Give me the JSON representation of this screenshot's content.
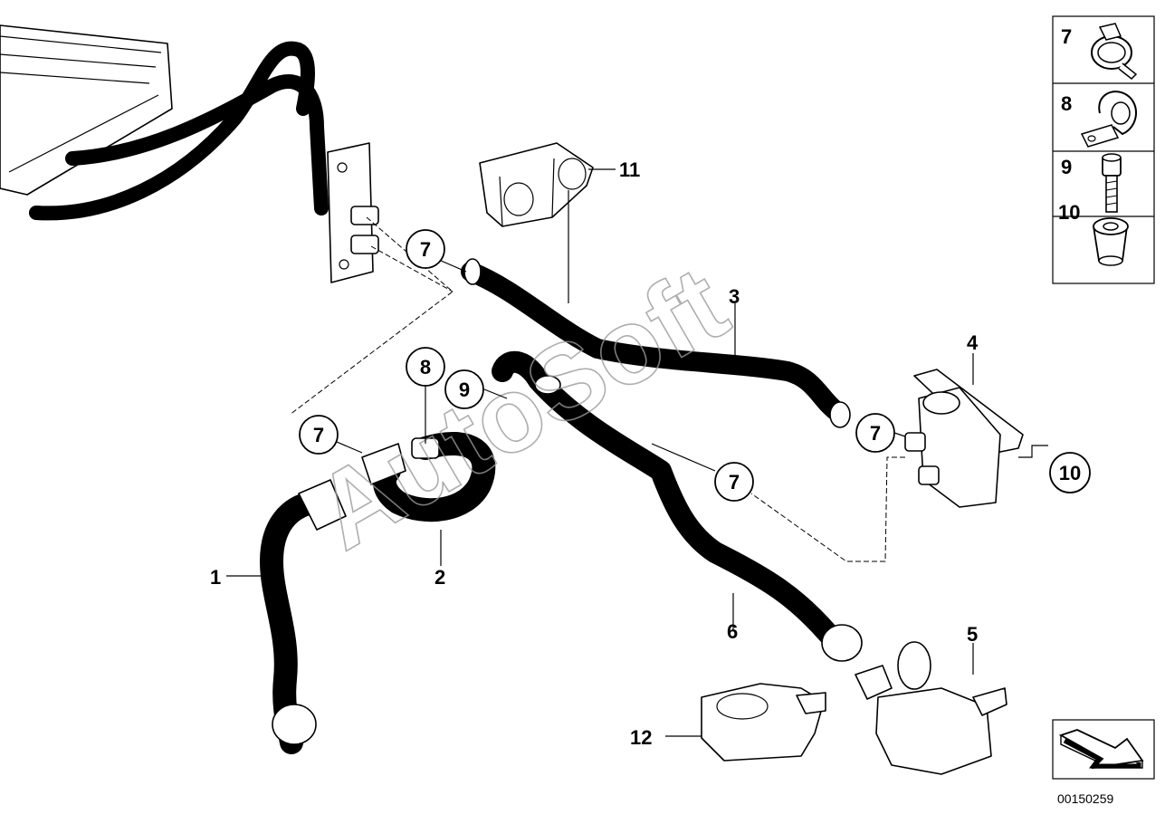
{
  "watermark": "AutoSoft",
  "diagram_code": "00150259",
  "part_labels": {
    "p1": "1",
    "p2": "2",
    "p3": "3",
    "p4": "4",
    "p5": "5",
    "p6": "6",
    "p11": "11",
    "p12": "12"
  },
  "callouts": {
    "c7a": "7",
    "c7b": "7",
    "c7c": "7",
    "c7d": "7",
    "c8": "8",
    "c9": "9",
    "c10": "10"
  },
  "legend": {
    "items": [
      {
        "number": "7",
        "icon": "hose-clamp-icon"
      },
      {
        "number": "8",
        "icon": "pipe-clip-icon"
      },
      {
        "number": "9",
        "icon": "hex-bolt-icon"
      },
      {
        "number": "10",
        "icon": "grommet-nut-icon"
      }
    ]
  },
  "arrow_icon": "direction-arrow-icon"
}
